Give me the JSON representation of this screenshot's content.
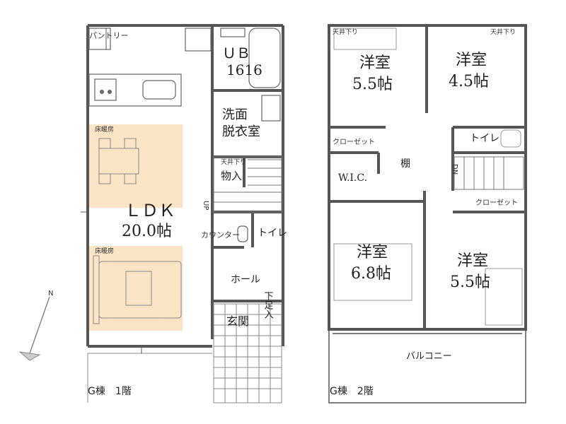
{
  "floor1": {
    "caption": "G棟　1階",
    "rooms": {
      "ub": "ＵＢ",
      "ub_size": "1616",
      "washroom_1": "洗面",
      "washroom_2": "脱衣室",
      "ldk": "ＬＤＫ",
      "ldk_size": "20.0帖",
      "storage": "物入",
      "toilet": "トイレ",
      "counter": "カウンター",
      "hall": "ホール",
      "entrance": "玄関",
      "shoe_box": "下足入",
      "pantry": "パントリー"
    },
    "labels": {
      "floor_heating_a": "床暖房",
      "floor_heating_b": "床暖房",
      "ceiling_low": "天井下り",
      "stair_up": "UP"
    },
    "colors": {
      "floor_heating": "#fbe3c6"
    }
  },
  "floor2": {
    "caption": "G棟　2階",
    "rooms": {
      "room_a_name": "洋室",
      "room_a_size": "5.5帖",
      "room_b_name": "洋室",
      "room_b_size": "4.5帖",
      "room_c_name": "洋室",
      "room_c_size": "6.8帖",
      "room_d_name": "洋室",
      "room_d_size": "5.5帖",
      "closet_a": "クローゼット",
      "closet_b": "クローゼット",
      "wic": "W.I.C.",
      "shelf": "棚",
      "toilet": "トイレ",
      "balcony": "バルコニー"
    },
    "labels": {
      "ceiling_low_a": "天井下り",
      "ceiling_low_b": "天井下り",
      "stair_down": "DN"
    }
  },
  "compass": {
    "north_label": "N",
    "icon": "north-arrow-icon"
  }
}
